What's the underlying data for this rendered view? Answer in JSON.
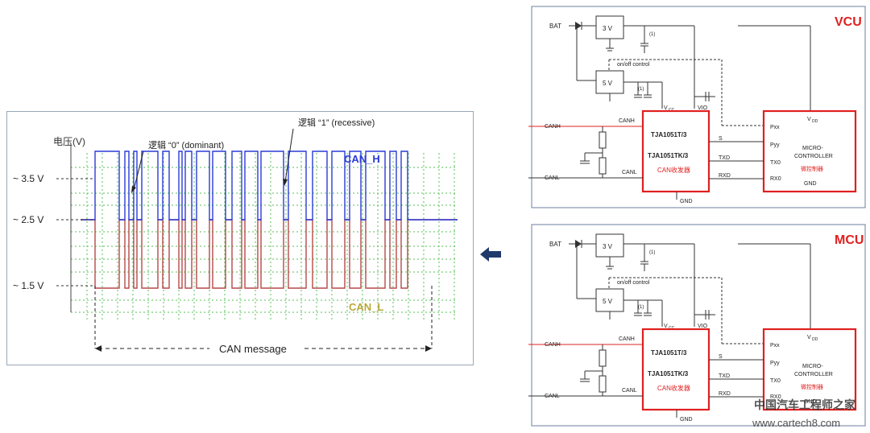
{
  "waveform": {
    "y_axis_label": "电压(V)",
    "levels": [
      {
        "label": "~ 3.5 V",
        "volts": 3.5
      },
      {
        "label": "~ 2.5 V",
        "volts": 2.5
      },
      {
        "label": "~ 1.5 V",
        "volts": 1.5
      }
    ],
    "annotation_dominant": "逻辑 “0” (dominant)",
    "annotation_recessive": "逻辑 “1” (recessive)",
    "can_h_label": "CAN_H",
    "can_l_label": "CAN_L",
    "message_label": "CAN message",
    "colors": {
      "can_h": "#2b3bd6",
      "can_l": "#b7494a",
      "can_l_label": "#b9a83a",
      "grid": "#55c055"
    }
  },
  "arrow": {
    "icon": "left-arrow-icon",
    "color": "#1f3a6b"
  },
  "circuit_common": {
    "bat": "BAT",
    "reg3v": "3 V",
    "reg5v": "5 V",
    "note": "(1)",
    "onoff": "on/off control",
    "vcc": "V",
    "vcc_sub": "CC",
    "vio": "VIO",
    "vdd": "V",
    "vdd_sub": "DD",
    "transceiver_line1": "TJA1051T/3",
    "transceiver_line2": "TJA1051TK/3",
    "transceiver_line3": "CAN收发器",
    "mcu_line1": "MICRO-",
    "mcu_line2": "CONTROLLER",
    "mcu_line3": "微控制器",
    "pin_canh": "CANH",
    "pin_canl": "CANL",
    "pin_s": "S",
    "pin_txd": "TXD",
    "pin_rxd": "RXD",
    "pin_gnd": "GND",
    "pin_pxx": "Pxx",
    "pin_pyy": "Pyy",
    "pin_tx0": "TX0",
    "pin_rx0": "RX0",
    "accent": "#e02020"
  },
  "circuits": [
    {
      "name": "VCU"
    },
    {
      "name": "MCU"
    }
  ],
  "watermark": {
    "text": "中国汽车工程师之家",
    "url": "www.cartech8.com"
  }
}
